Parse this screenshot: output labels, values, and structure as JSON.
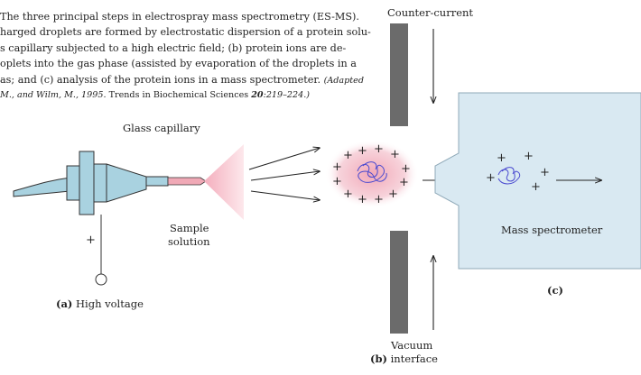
{
  "caption": {
    "line1": "The three principal steps in electrospray mass spectrometry (ES-MS).",
    "line2": "harged droplets are formed by electrostatic dispersion of a protein solu-",
    "line3": "s capillary subjected to a high electric field; (b) protein ions are de-",
    "line4": "oplets into the gas phase (assisted by evaporation of the droplets in a",
    "line5_main": "as; and (c) analysis of the protein ions in a mass spectrometer. ",
    "line5_ref": "(Adapted",
    "line6_ref_italic": "M., and Wilm, M., 1995.",
    "line6_journal": " Trends in Biochemical Sciences ",
    "line6_volume": "20",
    "line6_pages": ":219–224.)"
  },
  "labels": {
    "glass_capillary": "Glass capillary",
    "sample_line1": "Sample",
    "sample_line2": "solution",
    "plus_sign": "+",
    "panel_a_letter": "(a)",
    "panel_a_text": "High voltage",
    "counter_current": "Counter-current",
    "vacuum": "Vacuum",
    "panel_b_letter": "(b)",
    "panel_b_text": "interface",
    "mass_spectrometer": "Mass spectrometer",
    "panel_c": "(c)"
  },
  "colors": {
    "capillary_fill": "#a9d2e0",
    "spectrometer_fill": "#d9e9f2",
    "interface_plate": "#6b6b6b",
    "droplet_glow": "#f4c3cd",
    "protein_blue": "#4a4ad0"
  }
}
